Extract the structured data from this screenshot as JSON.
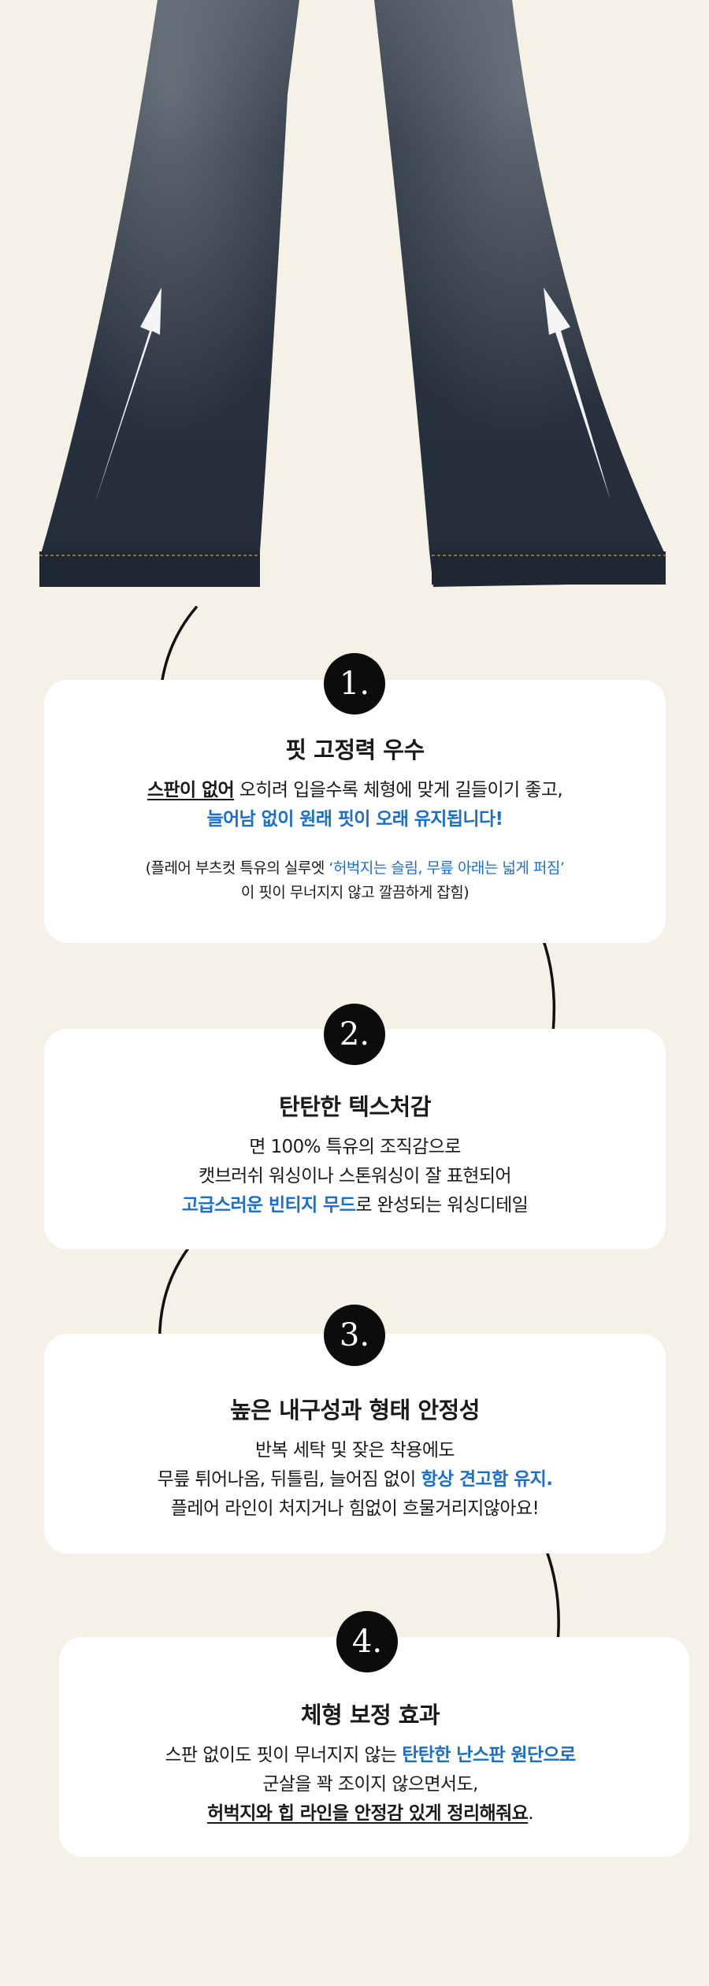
{
  "colors": {
    "background": "#f5f1e7",
    "card": "#ffffff",
    "accent": "#1c6fc8",
    "badge": "#0c0c0c",
    "denim": "#2a3440"
  },
  "image": {
    "icon": "flare-jeans-with-arrows"
  },
  "features": [
    {
      "number": "1.",
      "title": "핏 고정력 우수",
      "line1_u": "스판이 없어",
      "line1_rest": " 오히려 입을수록 체형에 맞게 길들이기 좋고,",
      "line2_blue": "늘어남 없이 원래 핏이 오래 유지됩니다!",
      "note1_pre": "(플레어 부츠컷 특유의 실루엣 ",
      "note1_blue": "‘허벅지는 슬림, 무릎 아래는 넓게 퍼짐’",
      "note2": "이 핏이 무너지지 않고 깔끔하게 잡힘)"
    },
    {
      "number": "2.",
      "title": "탄탄한 텍스처감",
      "line1": "면 100% 특유의 조직감으로",
      "line2": "캣브러쉬 워싱이나 스톤워싱이 잘 표현되어",
      "line3_blue": "고급스러운 빈티지 무드",
      "line3_rest": "로 완성되는 워싱디테일"
    },
    {
      "number": "3.",
      "title": "높은 내구성과 형태 안정성",
      "line1": "반복 세탁 및 잦은 착용에도",
      "line2_pre": "무릎 튀어나옴, 뒤틀림, 늘어짐 없이 ",
      "line2_blue": "항상 견고함 유지.",
      "line3": "플레어 라인이 처지거나 힘없이 흐물거리지않아요!"
    },
    {
      "number": "4.",
      "title": "체형 보정 효과",
      "line1_pre": "스판 없이도 핏이 무너지지 않는 ",
      "line1_blue": "탄탄한 난스판 원단으로",
      "line2": "군살을 꽉 조이지 않으면서도,",
      "line3_u": "허벅지와 힙 라인을 안정감 있게 정리해줘요",
      "line3_end": "."
    }
  ]
}
